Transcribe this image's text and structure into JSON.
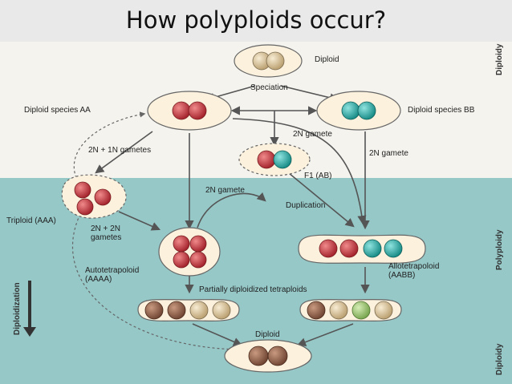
{
  "slide": {
    "title": "How polyploids occur?"
  },
  "side_labels": {
    "diploidy_top": "Diploidy",
    "polyploidy": "Polyploidy",
    "diploidy_bottom": "Diploidy",
    "diploidization": "Diploidization"
  },
  "labels": {
    "diploid_top": "Diploid",
    "speciation": "Speciation",
    "species_aa": "Diploid species AA",
    "species_bb": "Diploid species BB",
    "gamete_2n_a": "2N gamete",
    "gamete_2n_b": "2N gamete",
    "gametes_2n1n": "2N + 1N gametes",
    "f1": "F1 (AB)",
    "triploid": "Triploid (AAA)",
    "gamete_2n_c": "2N gamete",
    "duplication": "Duplication",
    "gametes_2n2n_1": "2N + 2N",
    "gametes_2n2n_2": "gametes",
    "auto_1": "Autotetrapoloid",
    "auto_2": "(AAAA)",
    "allo_1": "Allotetrapoloid",
    "allo_2": "(AABB)",
    "partial": "Partially diploidized tetraploids",
    "diploid_bottom": "Diploid"
  },
  "colors": {
    "red": "#c0303a",
    "teal": "#26aaa4",
    "tan": "#ddc9a2",
    "brown": "#8f5f46",
    "green": "#a3c77c",
    "cell": "#fbf1dd",
    "band_top": "#f4f3ee",
    "band_bottom": "#96c8c8"
  }
}
